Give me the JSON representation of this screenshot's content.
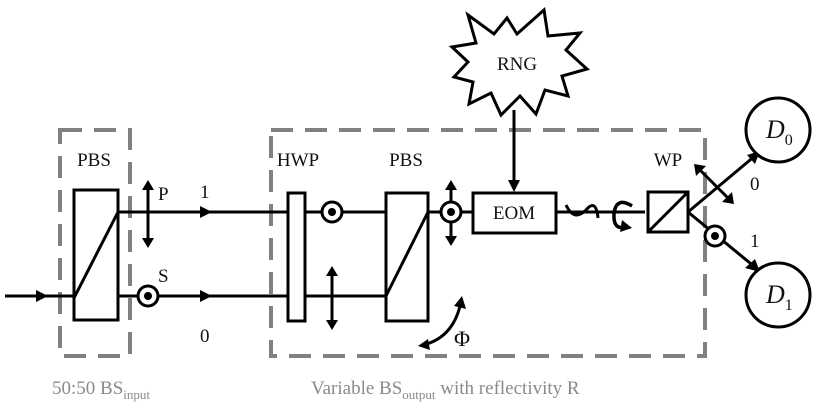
{
  "input_box": {
    "label": "PBS",
    "caption_main": "50:50 BS",
    "caption_sub": "input"
  },
  "output_box": {
    "hwp_label": "HWP",
    "pbs_label": "PBS",
    "eom_label": "EOM",
    "wp_label": "WP",
    "caption_main": "Variable BS",
    "caption_sub": "output",
    "caption_rest": " with reflectivity R"
  },
  "rng_label": "RNG",
  "polarization": {
    "p": "P",
    "s": "S"
  },
  "paths": {
    "upper": "1",
    "lower": "0",
    "out_0": "0",
    "out_1": "1"
  },
  "phase_label": "Φ",
  "detectors": {
    "d0": {
      "main": "D",
      "sub": "0"
    },
    "d1": {
      "main": "D",
      "sub": "1"
    }
  },
  "colors": {
    "line": "#000000",
    "dashed_box": "#808080",
    "caption": "#8a8a8a"
  }
}
